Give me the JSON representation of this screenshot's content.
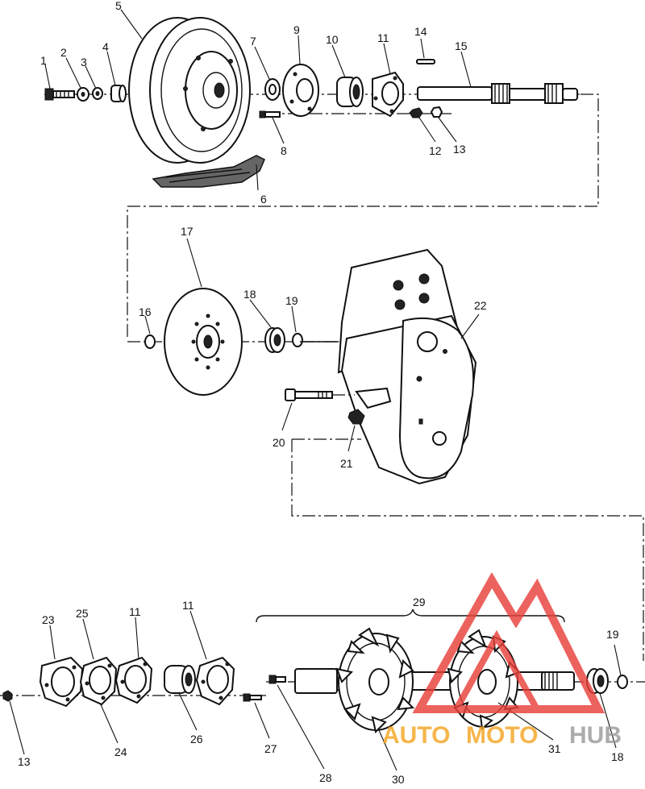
{
  "diagram": {
    "labels": {
      "p1": "1",
      "p2": "2",
      "p3": "3",
      "p4": "4",
      "p5": "5",
      "p6": "6",
      "p7": "7",
      "p8": "8",
      "p9": "9",
      "p10": "10",
      "p11a": "11",
      "p12": "12",
      "p13a": "13",
      "p14": "14",
      "p15": "15",
      "p16": "16",
      "p17": "17",
      "p18a": "18",
      "p19a": "19",
      "p20": "20",
      "p21": "21",
      "p22": "22",
      "p23": "23",
      "p24": "24",
      "p25": "25",
      "p11b": "11",
      "p11c": "11",
      "p26": "26",
      "p27": "27",
      "p28": "28",
      "p29": "29",
      "p30": "30",
      "p31": "31",
      "p19b": "19",
      "p18b": "18",
      "p13b": "13"
    }
  },
  "watermark": {
    "text_auto": "AUTO",
    "text_moto": "MOTO",
    "text_hub": "HUB",
    "color_red": "#e8403a",
    "color_orange": "#f5a623",
    "color_gray": "#9a9a9a"
  }
}
